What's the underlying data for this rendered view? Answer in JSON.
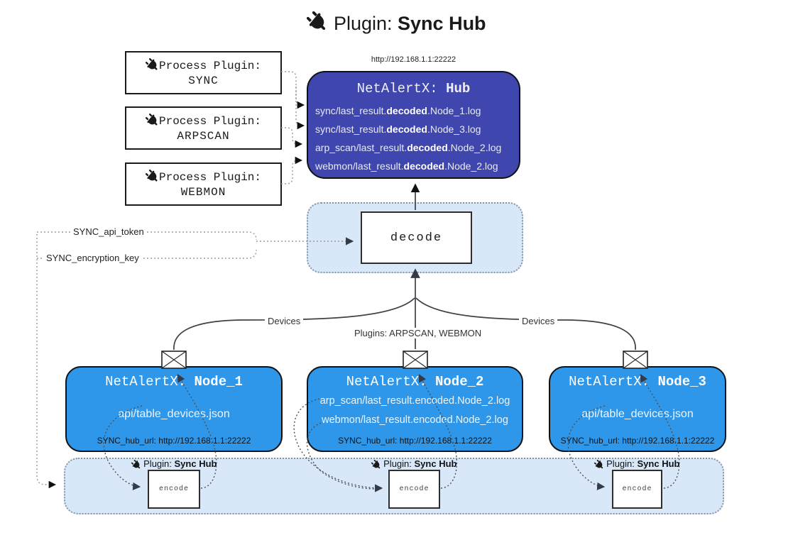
{
  "title": {
    "prefix": "Plugin:",
    "name": "Sync Hub"
  },
  "hub": {
    "url": "http://192.168.1.1:22222",
    "title_prefix": "NetAlertX:",
    "title_name": "Hub",
    "logs": [
      {
        "pre": "sync/last_result.",
        "bold": "decoded",
        "post": ".Node_1.log"
      },
      {
        "pre": "sync/last_result.",
        "bold": "decoded",
        "post": ".Node_3.log"
      },
      {
        "pre": "arp_scan/last_result.",
        "bold": "decoded",
        "post": ".Node_2.log"
      },
      {
        "pre": "webmon/last_result.",
        "bold": "decoded",
        "post": ".Node_2.log"
      }
    ]
  },
  "process_plugins": [
    {
      "label": "Process Plugin:",
      "name": "SYNC"
    },
    {
      "label": "Process Plugin:",
      "name": "ARPSCAN"
    },
    {
      "label": "Process Plugin:",
      "name": "WEBMON"
    }
  ],
  "decode": {
    "label": "decode"
  },
  "settings": {
    "api_token": "SYNC_api_token",
    "encryption_key": "SYNC_encryption_key"
  },
  "edges": {
    "devices_left": "Devices",
    "devices_right": "Devices",
    "plugins_center": "Plugins: ARPSCAN, WEBMON"
  },
  "nodes": [
    {
      "title_prefix": "NetAlertX:",
      "title_name": "Node_1",
      "file1": "api/table_devices.json",
      "file2": "",
      "hub_url": "SYNC_hub_url: http://192.168.1.1:22222"
    },
    {
      "title_prefix": "NetAlertX:",
      "title_name": "Node_2",
      "file1": "arp_scan/last_result.encoded.Node_2.log",
      "file2": "webmon/last_result.encoded.Node_2.log",
      "hub_url": "SYNC_hub_url: http://192.168.1.1:22222"
    },
    {
      "title_prefix": "NetAlertX:",
      "title_name": "Node_3",
      "file1": "api/table_devices.json",
      "file2": "",
      "hub_url": "SYNC_hub_url: http://192.168.1.1:22222"
    }
  ],
  "encode_band": {
    "plugin_prefix": "Plugin:",
    "plugin_name": "Sync Hub",
    "encode_label": "encode"
  },
  "colors": {
    "hub_fill": "#3f47ae",
    "node_fill": "#2e97e9",
    "band_fill": "#d8e8f8",
    "band_border": "#8896a8"
  }
}
